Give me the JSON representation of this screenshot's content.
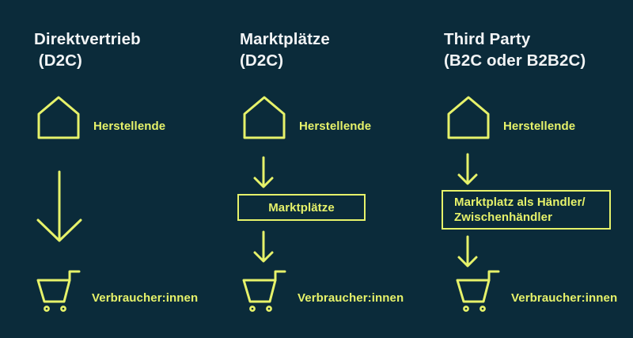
{
  "theme": {
    "background": "#0b2b3a",
    "accent": "#e6f26a",
    "title_color": "#f2f4f5"
  },
  "columns": [
    {
      "id": "direktvertrieb",
      "title": "Direktvertrieb\n (D2C)",
      "maker_label": "Herstellende",
      "maker_icon": "house-icon",
      "consumer_label": "Verbraucher:innen",
      "consumer_icon": "shopping-cart-icon",
      "intermediary": null,
      "arrows": [
        "long-down-arrow"
      ]
    },
    {
      "id": "marktplaetze",
      "title": "Marktplätze\n(D2C)",
      "maker_label": "Herstellende",
      "maker_icon": "house-icon",
      "consumer_label": "Verbraucher:innen",
      "consumer_icon": "shopping-cart-icon",
      "intermediary": "Marktplätze",
      "arrows": [
        "down-arrow",
        "down-arrow"
      ]
    },
    {
      "id": "third-party",
      "title": "Third Party\n(B2C oder B2B2C)",
      "maker_label": "Herstellende",
      "maker_icon": "house-icon",
      "consumer_label": "Verbraucher:innen",
      "consumer_icon": "shopping-cart-icon",
      "intermediary": "Marktplatz als Händler/\nZwischenhändler",
      "arrows": [
        "down-arrow",
        "down-arrow"
      ]
    }
  ]
}
